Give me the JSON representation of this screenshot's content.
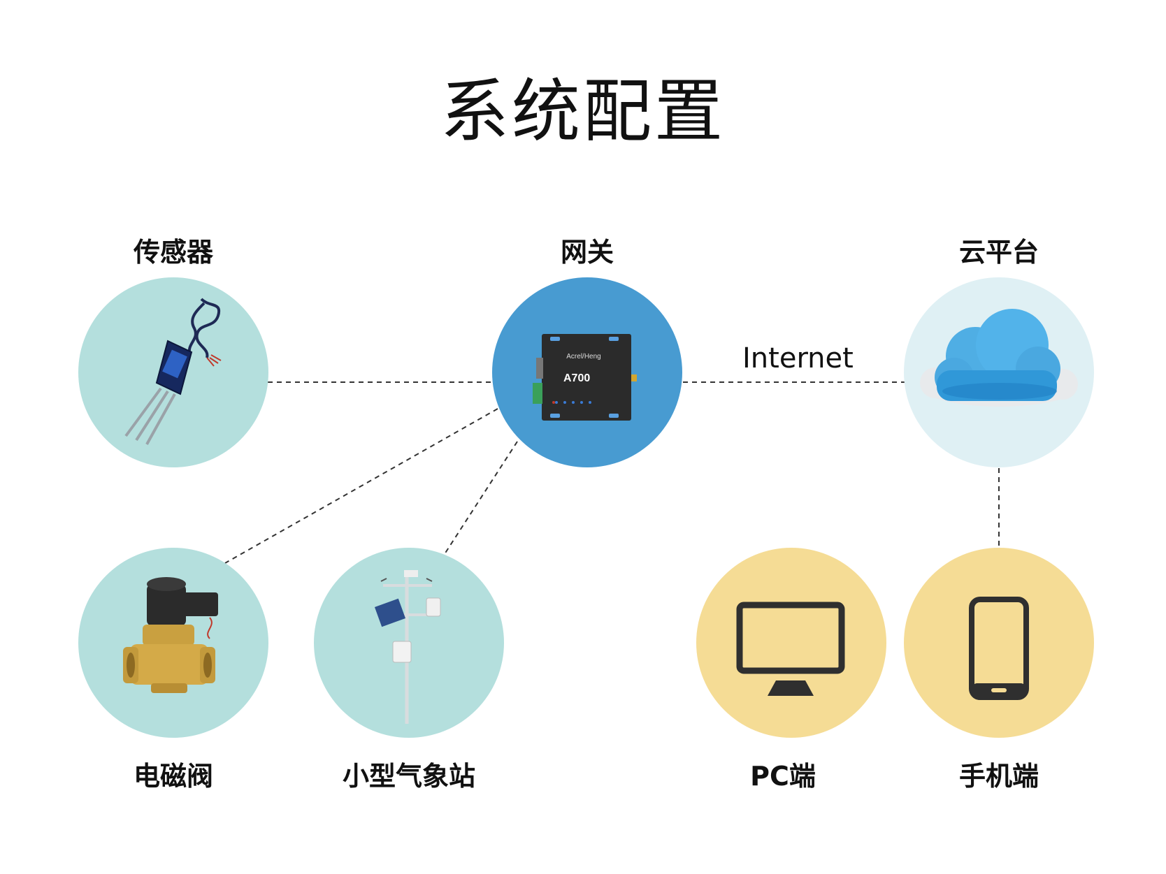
{
  "title": "系统配置",
  "nodes": {
    "sensor": {
      "label": "传感器"
    },
    "gateway": {
      "label": "网关",
      "device_brand": "Acrel/Heng",
      "device_model": "A700"
    },
    "cloud": {
      "label": "云平台"
    },
    "valve": {
      "label": "电磁阀"
    },
    "weather": {
      "label": "小型气象站"
    },
    "pc": {
      "label": "PC端"
    },
    "mobile": {
      "label": "手机端"
    }
  },
  "edges": [
    {
      "from": "sensor",
      "to": "gateway",
      "style": "dashed"
    },
    {
      "from": "gateway",
      "to": "cloud",
      "style": "dashed",
      "label": "Internet"
    },
    {
      "from": "gateway",
      "to": "valve",
      "style": "dashed"
    },
    {
      "from": "gateway",
      "to": "weather",
      "style": "dashed"
    },
    {
      "from": "cloud",
      "to": "mobile",
      "style": "dashed"
    }
  ],
  "colors": {
    "teal_circle": "#b4dfdd",
    "gateway_circle": "#489bd1",
    "cloud_circle": "#dff0f4",
    "yellow_circle": "#f5dc95",
    "line": "#333333",
    "icon_dark": "#2f2f2f"
  }
}
